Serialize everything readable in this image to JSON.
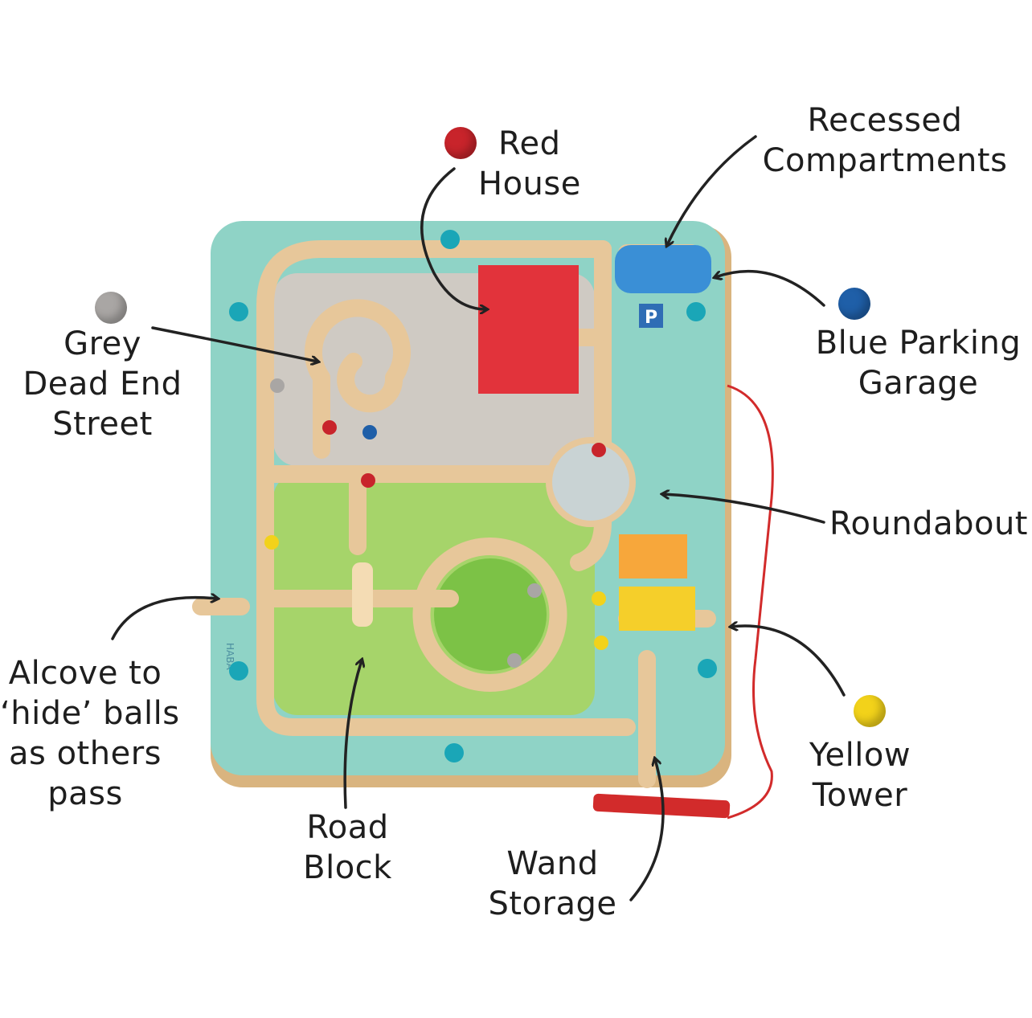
{
  "labels": {
    "red_house": [
      "Red",
      "House"
    ],
    "recessed": [
      "Recessed",
      "Compartments"
    ],
    "grey_dead_end": [
      "Grey",
      "Dead End",
      "Street"
    ],
    "blue_parking": [
      "Blue Parking",
      "Garage"
    ],
    "roundabout": "Roundabout",
    "alcove": [
      "Alcove to",
      "‘hide’ balls",
      "as others",
      "pass"
    ],
    "road_block": [
      "Road",
      "Block"
    ],
    "wand_storage": [
      "Wand",
      "Storage"
    ],
    "yellow_tower": [
      "Yellow",
      "Tower"
    ]
  },
  "board": {
    "brand_mark": "HABA",
    "parking_sign": "P"
  },
  "colors": {
    "board": "#8fd3c6",
    "wood": "#e7c79a",
    "red": "#c8242b",
    "blue": "#1f5fa8",
    "grey": "#a9a6a4",
    "yellow": "#f2d21a"
  }
}
